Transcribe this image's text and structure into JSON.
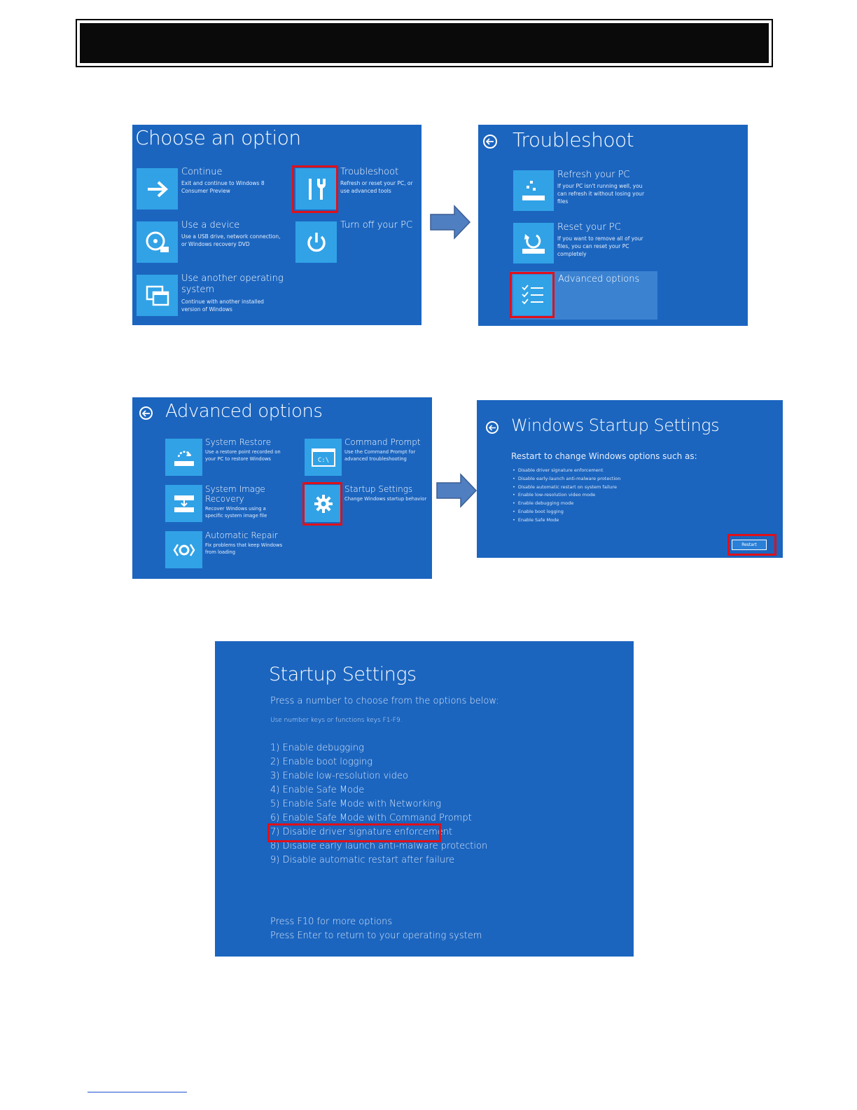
{
  "panel1": {
    "title": "Choose an option",
    "continue": {
      "label": "Continue",
      "desc": "Exit and continue to Windows 8 Consumer Preview"
    },
    "troubleshoot": {
      "label": "Troubleshoot",
      "desc": "Refresh or reset your PC, or use advanced tools"
    },
    "use_device": {
      "label": "Use a device",
      "desc": "Use a USB drive, network connection, or Windows recovery DVD"
    },
    "turn_off": {
      "label": "Turn off your PC"
    },
    "another_os": {
      "label": "Use another operating system",
      "desc": "Continue with another installed version of Windows"
    }
  },
  "panel2": {
    "title": "Troubleshoot",
    "refresh": {
      "label": "Refresh your PC",
      "desc": "If your PC isn't running well, you can refresh it without losing your files"
    },
    "reset": {
      "label": "Reset your PC",
      "desc": "If you want to remove all of your files, you can reset your PC completely"
    },
    "advanced": {
      "label": "Advanced options"
    }
  },
  "panel3": {
    "title": "Advanced options",
    "system_restore": {
      "label": "System Restore",
      "desc": "Use a restore point recorded on your PC to restore Windows"
    },
    "command_prompt": {
      "label": "Command Prompt",
      "desc": "Use the Command Prompt for advanced troubleshooting",
      "icon_text": "C:\\"
    },
    "system_image": {
      "label": "System Image Recovery",
      "desc": "Recover Windows using a specific system image file"
    },
    "startup_settings": {
      "label": "Startup Settings",
      "desc": "Change Windows startup behavior"
    },
    "automatic_repair": {
      "label": "Automatic Repair",
      "desc": "Fix problems that keep Windows from loading"
    }
  },
  "panel4": {
    "title": "Windows Startup Settings",
    "subtitle": "Restart to change Windows options such as:",
    "items": [
      "Disable driver signature enforcement",
      "Disable early-launch anti-malware protection",
      "Disable automatic restart on system failure",
      "Enable low-resolution video mode",
      "Enable debugging mode",
      "Enable boot logging",
      "Enable Safe Mode"
    ],
    "restart_label": "Restart"
  },
  "panel5": {
    "title": "Startup Settings",
    "prompt": "Press a number to choose from the options below:",
    "hint": "Use number keys or functions keys F1-F9.",
    "options": [
      "1) Enable debugging",
      "2) Enable boot logging",
      "3) Enable low-resolution video",
      "4) Enable Safe Mode",
      "5) Enable Safe Mode with Networking",
      "6) Enable Safe Mode with Command Prompt",
      "7) Disable driver signature enforcement",
      "8) Disable early launch anti-malware protection",
      "9) Disable automatic restart after failure"
    ],
    "footer1": "Press F10 for more options",
    "footer2": "Press Enter to return to your operating system"
  },
  "colors": {
    "panel_bg": "#1b65bf",
    "tile": "#31a2e6",
    "highlight": "#e0101a",
    "arrow": "#4f7fc1"
  },
  "icons": [
    "arrow-right-icon",
    "tools-icon",
    "disc-icon",
    "power-icon",
    "windows-stack-icon",
    "back-arrow-icon",
    "refresh-pc-icon",
    "reset-pc-icon",
    "checklist-icon",
    "system-restore-icon",
    "command-prompt-icon",
    "system-image-icon",
    "gear-icon",
    "repair-icon"
  ]
}
